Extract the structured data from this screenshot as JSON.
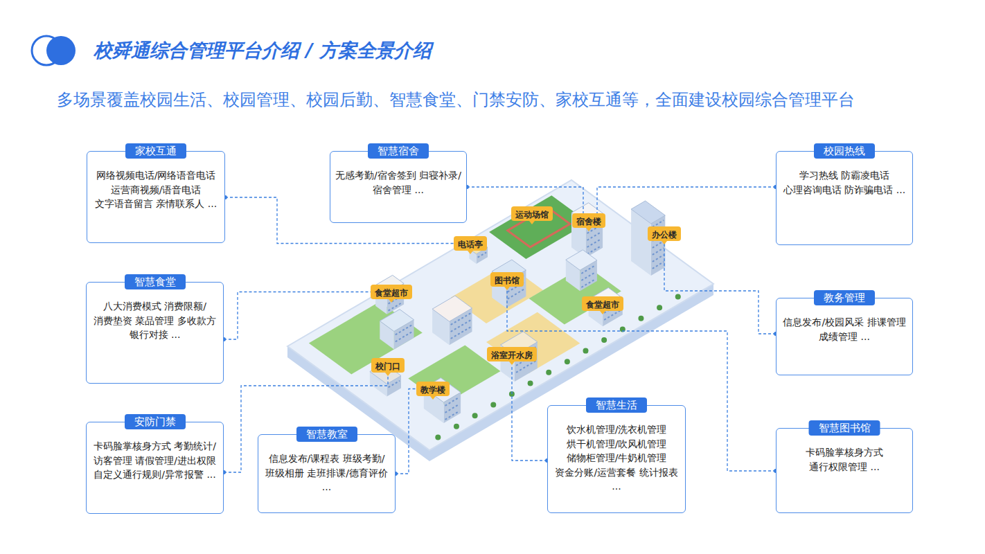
{
  "diagram": {
    "title": "校舜通综合管理平台介绍 / 方案全景介绍",
    "nodes": [
      {
        "text": [
          "家校互通",
          "网络视频电话/网络语音电话 运营商视频/语音电话 文字语音留言 亲情联系人 ..."
        ]
      },
      {
        "text": [
          "智慧宿舍",
          "无感考勤/宿舍签到 归寝补录/宿舍管理 ..."
        ]
      },
      {
        "text": [
          "校园热线",
          "学习热线 防霸凌电话 心理咨询电话 防诈骗电话 ..."
        ]
      },
      {
        "text": [
          "智慧食堂",
          "八大消费模式 消费限额/消费垫资 菜品管理 多收款方 银行对接 ..."
        ]
      },
      {
        "text": [
          "教务管理",
          "信息发布/校园风采 排课管理 成绩管理 ..."
        ]
      },
      {
        "text": [
          "安防门禁",
          "卡码脸掌核身方式 考勤统计/访客管理 请假管理/进出权限 自定义通行规则/异常报警 ..."
        ]
      },
      {
        "text": [
          "智慧教室",
          "信息发布/课程表 班级考勤/班级相册 走班排课/德育评价 ..."
        ]
      },
      {
        "text": [
          "智慧生活",
          "饮水机管理/洗衣机管理 烘干机管理/吹风机管理 储物柜管理/牛奶机管理 资金分账/运营套餐 统计报表 ..."
        ]
      },
      {
        "text": [
          "智慧图书馆",
          "卡码脸掌核身方式 通行权限管理 ..."
        ]
      },
      {
        "text": [
          "运动场馆"
        ]
      },
      {
        "text": [
          "宿舍楼"
        ]
      },
      {
        "text": [
          "办公楼"
        ]
      },
      {
        "text": [
          "电话亭"
        ]
      },
      {
        "text": [
          "图书馆"
        ]
      },
      {
        "text": [
          "食堂超市"
        ]
      },
      {
        "text": [
          "食堂超市"
        ]
      },
      {
        "text": [
          "校门口"
        ]
      },
      {
        "text": [
          "浴室开水房"
        ]
      },
      {
        "text": [
          "教学楼"
        ]
      }
    ],
    "edges": [
      {
        "from": 0,
        "to": 12,
        "arrow": "none"
      },
      {
        "from": 1,
        "to": 10,
        "arrow": "none"
      },
      {
        "from": 2,
        "to": 10,
        "arrow": "none"
      },
      {
        "from": 3,
        "to": 14,
        "arrow": "none"
      },
      {
        "from": 4,
        "to": 11,
        "arrow": "none"
      },
      {
        "from": 5,
        "to": 16,
        "arrow": "none"
      },
      {
        "from": 6,
        "to": 18,
        "arrow": "none"
      },
      {
        "from": 7,
        "to": 17,
        "arrow": "none"
      },
      {
        "from": 8,
        "to": 13,
        "arrow": "none"
      }
    ],
    "labels": [
      "多场景覆盖校园生活、校园管理、校园后勤、智慧食堂、门禁安防、家校互通等，全面建设校园综合管理平台"
    ]
  }
}
